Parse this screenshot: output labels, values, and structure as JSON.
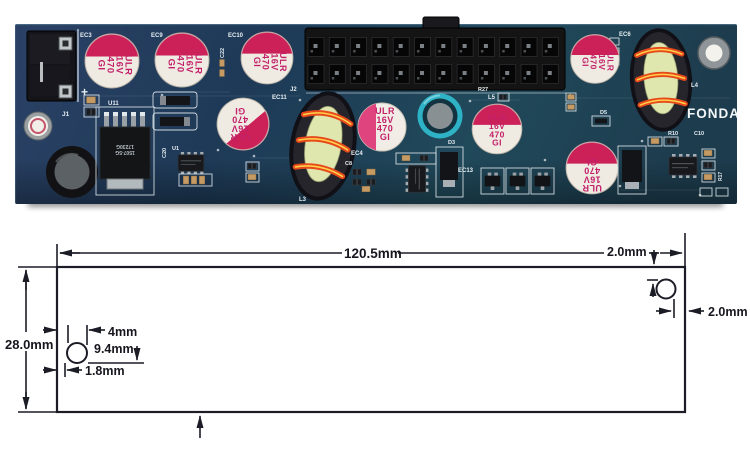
{
  "photo": {
    "brand": "FONDA",
    "capacitor_marking": {
      "l1": "ULR",
      "l2": "16V",
      "l3": "470",
      "l4": "GI"
    },
    "regulator_marking": {
      "l1": "1507-5G",
      "l2": "17230G"
    },
    "silkscreen": {
      "j1": "J1",
      "plus": "+",
      "ec3": "EC3",
      "ec9": "EC9",
      "ec10": "EC10",
      "c22": "C22",
      "ec11": "EC11",
      "u11": "U11",
      "c20": "C20",
      "u1": "U1",
      "j2": "J2",
      "l3": "L3",
      "ec4": "EC4",
      "c8": "C8",
      "r27": "R27",
      "l5": "L5",
      "d3": "D3",
      "ec13": "EC13",
      "d5": "D5",
      "ec6": "EC6",
      "l4": "L4",
      "r10": "R10",
      "c10": "C10",
      "r17": "R17"
    }
  },
  "drawing": {
    "board_width": "120.5mm",
    "board_height": "28.0mm",
    "hole_edge_top": "2.0mm",
    "hole_edge_right": "2.0mm",
    "hole_left_diameter": "4mm",
    "hole_left_vertical": "9.4mm",
    "hole_left_offset": "1.8mm"
  }
}
